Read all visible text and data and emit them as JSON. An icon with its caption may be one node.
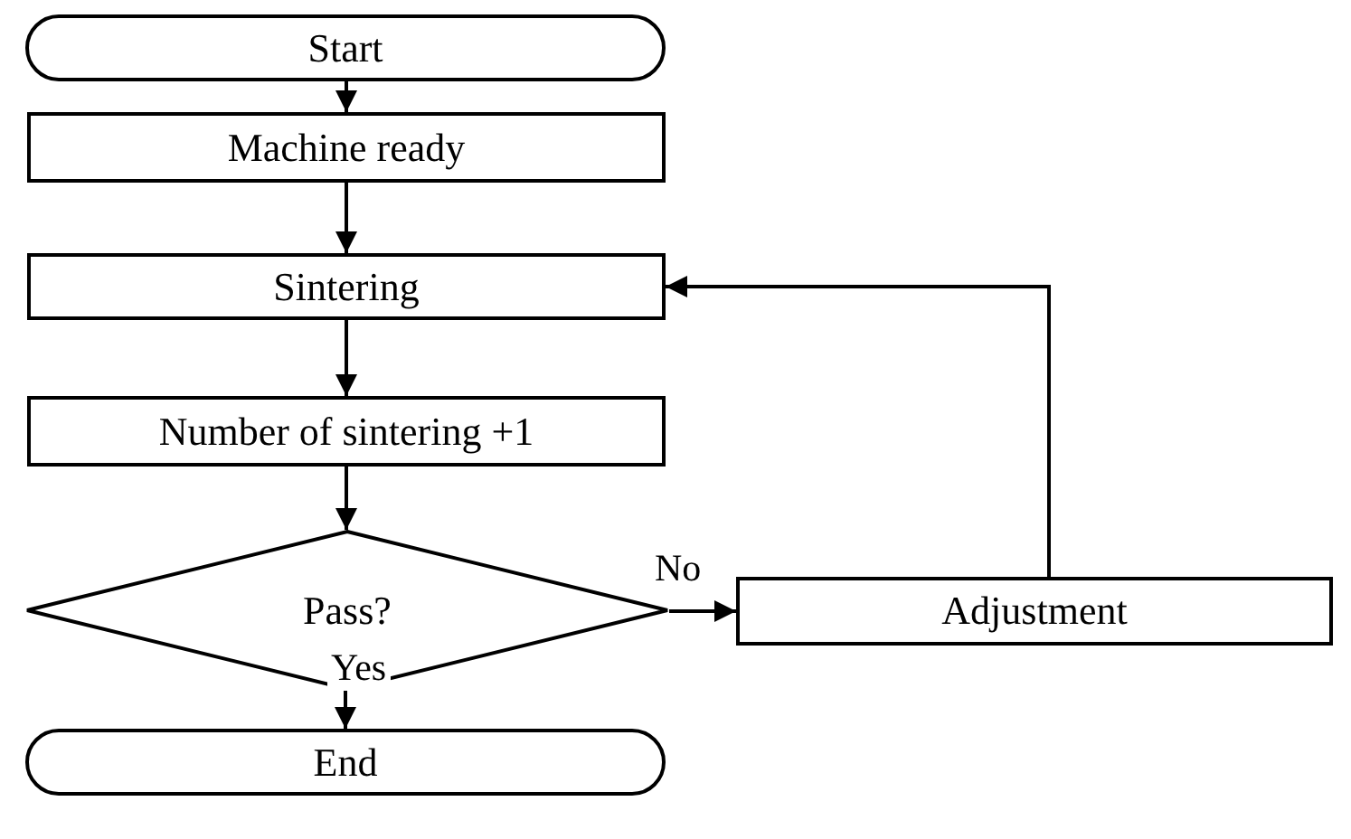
{
  "diagram": {
    "nodes": [
      {
        "text": [
          "Start"
        ]
      },
      {
        "text": [
          "Machine ready"
        ]
      },
      {
        "text": [
          "Sintering"
        ]
      },
      {
        "text": [
          "Number of sintering +1"
        ]
      },
      {
        "text": [
          "Pass?"
        ]
      },
      {
        "text": [
          "Adjustment"
        ]
      },
      {
        "text": [
          "End"
        ]
      }
    ],
    "edges": [
      {
        "from": 0,
        "to": 1,
        "arrow": "to"
      },
      {
        "from": 1,
        "to": 2,
        "arrow": "to"
      },
      {
        "from": 2,
        "to": 3,
        "arrow": "to"
      },
      {
        "from": 3,
        "to": 4,
        "arrow": "to"
      },
      {
        "from": 4,
        "to": 5,
        "arrow": "to",
        "label": "No"
      },
      {
        "from": 4,
        "to": 6,
        "arrow": "to",
        "label": "Yes"
      },
      {
        "from": 5,
        "to": 2,
        "arrow": "to"
      }
    ]
  }
}
